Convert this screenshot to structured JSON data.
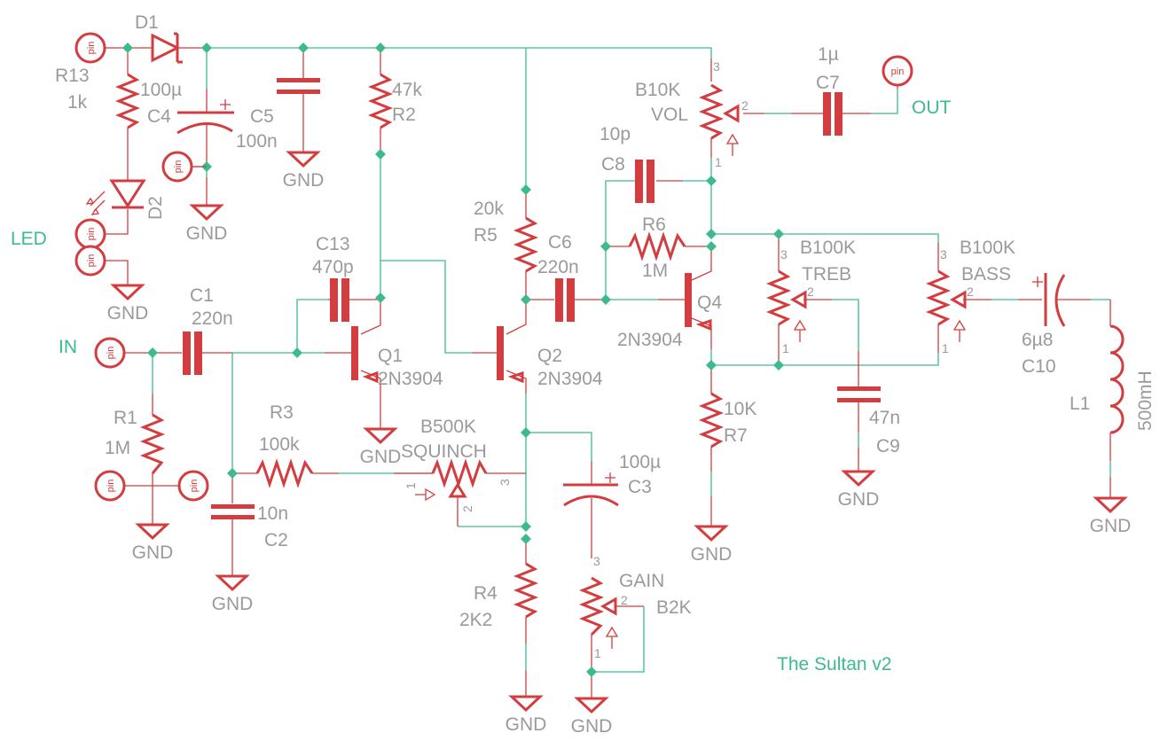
{
  "schematic": {
    "title": "The Sultan v2",
    "colors": {
      "wire": "#3dbb8f",
      "symbol": "#d33d3f",
      "label": "#9a9a9a",
      "net_label": "#3dbb8f"
    },
    "net_labels": {
      "in": "IN",
      "out": "OUT",
      "led": "LED",
      "gnd": "GND"
    },
    "pin_text": "pin",
    "components": {
      "D1": {
        "name": "D1"
      },
      "D2": {
        "name": "D2"
      },
      "R13": {
        "name": "R13",
        "value": "1k"
      },
      "C4": {
        "name": "C4",
        "value": "100µ"
      },
      "C5": {
        "name": "C5",
        "value": "100n"
      },
      "R2": {
        "name": "R2",
        "value": "47k"
      },
      "C13": {
        "name": "C13",
        "value": "470p"
      },
      "C1": {
        "name": "C1",
        "value": "220n"
      },
      "R1": {
        "name": "R1",
        "value": "1M"
      },
      "R3": {
        "name": "R3",
        "value": "100k"
      },
      "C2": {
        "name": "C2",
        "value": "10n"
      },
      "Q1": {
        "name": "Q1",
        "value": "2N3904"
      },
      "Q2": {
        "name": "Q2",
        "value": "2N3904"
      },
      "Q4": {
        "name": "Q4",
        "value": "2N3904"
      },
      "R5": {
        "name": "R5",
        "value": "20k"
      },
      "C6": {
        "name": "C6",
        "value": "220n"
      },
      "SQUINCH": {
        "name": "SQUINCH",
        "value": "B500K"
      },
      "C3": {
        "name": "C3",
        "value": "100µ"
      },
      "R4": {
        "name": "R4",
        "value": "2K2"
      },
      "GAIN": {
        "name": "GAIN",
        "value": "B2K"
      },
      "C8": {
        "name": "C8",
        "value": "10p"
      },
      "R6": {
        "name": "R6",
        "value": "1M"
      },
      "VOL": {
        "name": "VOL",
        "value": "B10K"
      },
      "C7": {
        "name": "C7",
        "value": "1µ"
      },
      "R7": {
        "name": "R7",
        "value": "10K"
      },
      "TREB": {
        "name": "TREB",
        "value": "B100K"
      },
      "BASS": {
        "name": "BASS",
        "value": "B100K"
      },
      "C9": {
        "name": "C9",
        "value": "47n"
      },
      "C10": {
        "name": "C10",
        "value": "6µ8"
      },
      "L1": {
        "name": "L1",
        "value": "500mH"
      }
    },
    "pot_pins": {
      "p1": "1",
      "p2": "2",
      "p3": "3"
    }
  }
}
